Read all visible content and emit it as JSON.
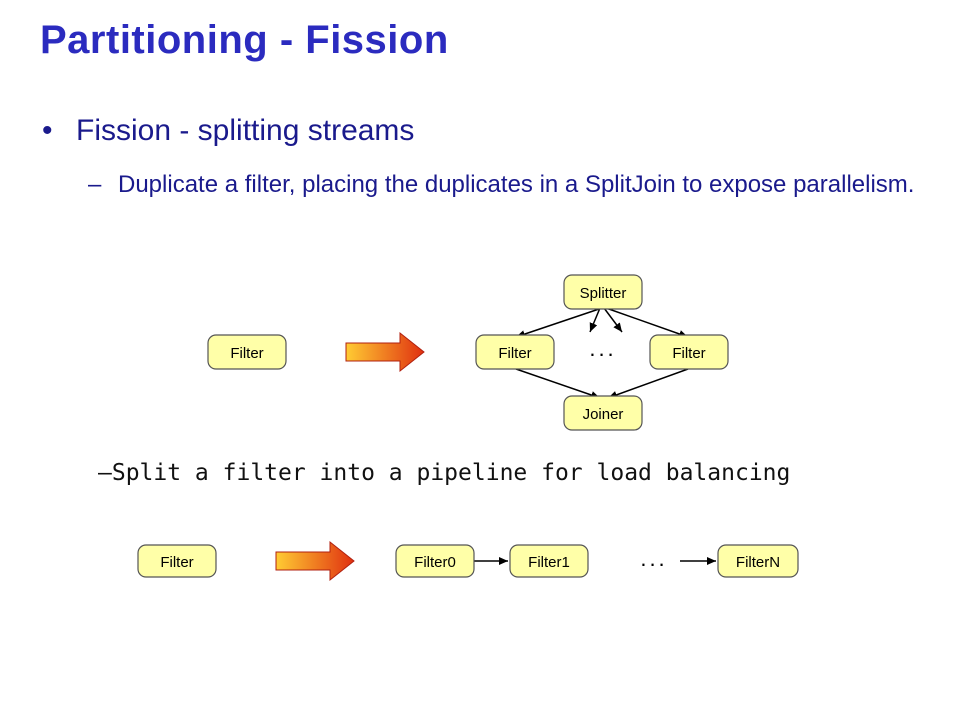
{
  "slide": {
    "title": "Partitioning - Fission",
    "bullet": {
      "marker": "•",
      "text": "Fission - splitting streams"
    },
    "sub1": {
      "dash": "–",
      "text": "Duplicate a filter, placing the duplicates in a SplitJoin to expose parallelism."
    },
    "sub2": {
      "text": "–Split a filter into a pipeline for load balancing"
    }
  },
  "diagram1": {
    "source": "Filter",
    "splitter": "Splitter",
    "left": "Filter",
    "right": "Filter",
    "joiner": "Joiner",
    "ellipsis": "..."
  },
  "diagram2": {
    "source": "Filter",
    "stage0": "Filter0",
    "stage1": "Filter1",
    "stageN": "FilterN",
    "ellipsis": "..."
  },
  "colors": {
    "title": "#2b2bbf",
    "body_text": "#1a1a8c",
    "node_fill": "#ffffa8",
    "arrow_start": "#ffcc33",
    "arrow_end": "#e03010"
  }
}
